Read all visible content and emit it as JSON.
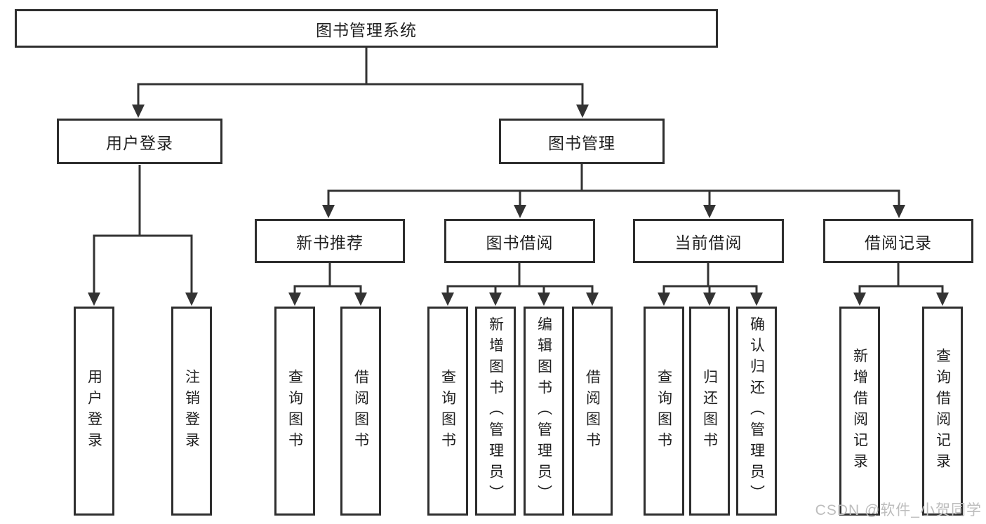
{
  "tree": {
    "root": {
      "label": "图书管理系统"
    },
    "level2": [
      {
        "label": "用户登录"
      },
      {
        "label": "图书管理"
      }
    ],
    "level3": [
      {
        "label": "新书推荐"
      },
      {
        "label": "图书借阅"
      },
      {
        "label": "当前借阅"
      },
      {
        "label": "借阅记录"
      }
    ],
    "leaves": {
      "user_login": [
        {
          "label": "用户登录"
        },
        {
          "label": "注销登录"
        }
      ],
      "new_book": [
        {
          "label": "查询图书"
        },
        {
          "label": "借阅图书"
        }
      ],
      "book_borrow": [
        {
          "label": "查询图书"
        },
        {
          "label": "新增图书（管理员）"
        },
        {
          "label": "编辑图书（管理员）"
        },
        {
          "label": "借阅图书"
        }
      ],
      "current_borrow": [
        {
          "label": "查询图书"
        },
        {
          "label": "归还图书"
        },
        {
          "label": "确认归还（管理员）"
        }
      ],
      "borrow_record": [
        {
          "label": "新增借阅记录"
        },
        {
          "label": "查询借阅记录"
        }
      ]
    }
  },
  "watermark": {
    "text": "CSDN @软件_小贺同学"
  },
  "colors": {
    "line": "#333333",
    "box_border": "#2e2e2e",
    "text": "#1f1f1f",
    "watermark": "#bdbdbd",
    "background": "#ffffff"
  }
}
